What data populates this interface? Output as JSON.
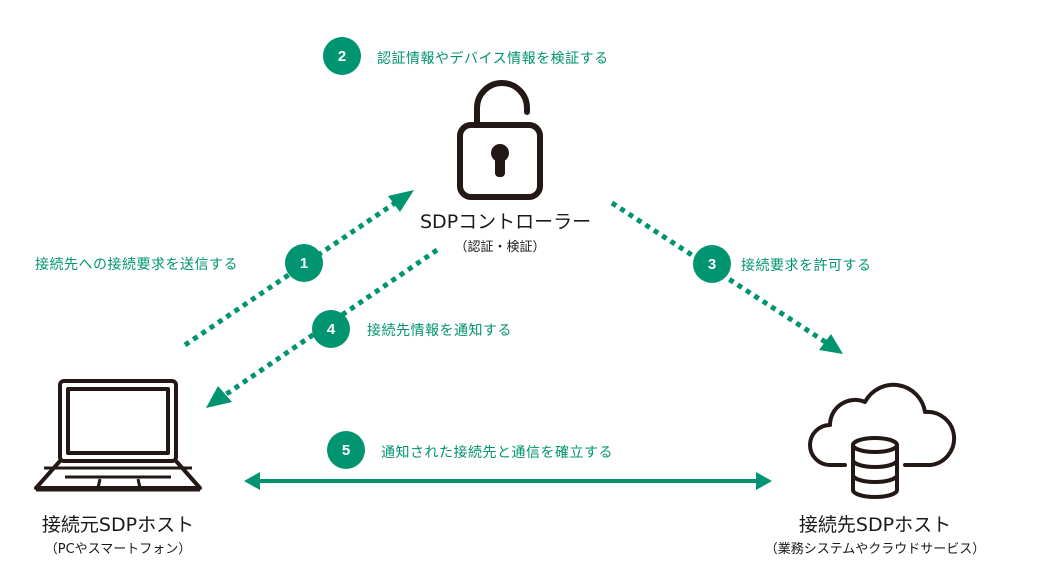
{
  "colors": {
    "accent": "#009470",
    "icon_stroke": "#231815",
    "text": "#1a1a1a"
  },
  "nodes": {
    "controller": {
      "icon": "unlocked-padlock-icon",
      "title": "SDPコントローラー",
      "subtitle": "（認証・検証）"
    },
    "source_host": {
      "icon": "laptop-icon",
      "title": "接続元SDPホスト",
      "subtitle": "（PCやスマートフォン）"
    },
    "target_host": {
      "icon": "cloud-database-icon",
      "title": "接続先SDPホスト",
      "subtitle": "（業務システムやクラウドサービス）"
    }
  },
  "steps": [
    {
      "number": "1",
      "label": "接続先への接続要求を送信する",
      "from": "source_host",
      "to": "controller",
      "style": "dotted"
    },
    {
      "number": "2",
      "label": "認証情報やデバイス情報を検証する",
      "from": "controller",
      "to": "controller",
      "style": "none"
    },
    {
      "number": "3",
      "label": "接続要求を許可する",
      "from": "controller",
      "to": "target_host",
      "style": "dotted"
    },
    {
      "number": "4",
      "label": "接続先情報を通知する",
      "from": "controller",
      "to": "source_host",
      "style": "dotted"
    },
    {
      "number": "5",
      "label": "通知された接続先と通信を確立する",
      "from": "source_host",
      "to": "target_host",
      "style": "solid-bidirectional"
    }
  ]
}
